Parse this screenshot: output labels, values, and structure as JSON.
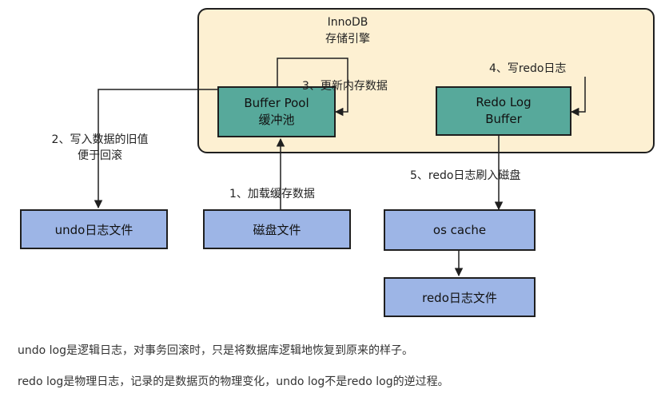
{
  "engine": {
    "title_line1": "InnoDB",
    "title_line2": "存储引擎"
  },
  "boxes": {
    "buffer_pool_line1": "Buffer Pool",
    "buffer_pool_line2": "缓冲池",
    "redo_log_buffer_line1": "Redo Log",
    "redo_log_buffer_line2": "Buffer",
    "undo_file": "undo日志文件",
    "disk_file": "磁盘文件",
    "os_cache": "os cache",
    "redo_file": "redo日志文件"
  },
  "labels": {
    "step1": "1、加载缓存数据",
    "step2_line1": "2、写入数据的旧值",
    "step2_line2": "便于回滚",
    "step3": "3、更新内存数据",
    "step4": "4、写redo日志",
    "step5": "5、redo日志刷入磁盘"
  },
  "captions": {
    "line1": "undo log是逻辑日志，对事务回滚时，只是将数据库逻辑地恢复到原来的样子。",
    "line2": "redo log是物理日志，记录的是数据页的物理变化，undo log不是redo log的逆过程。"
  },
  "colors": {
    "engine_bg": "#fdf0d2",
    "teal_box": "#57a99b",
    "blue_box": "#9db5e6"
  }
}
